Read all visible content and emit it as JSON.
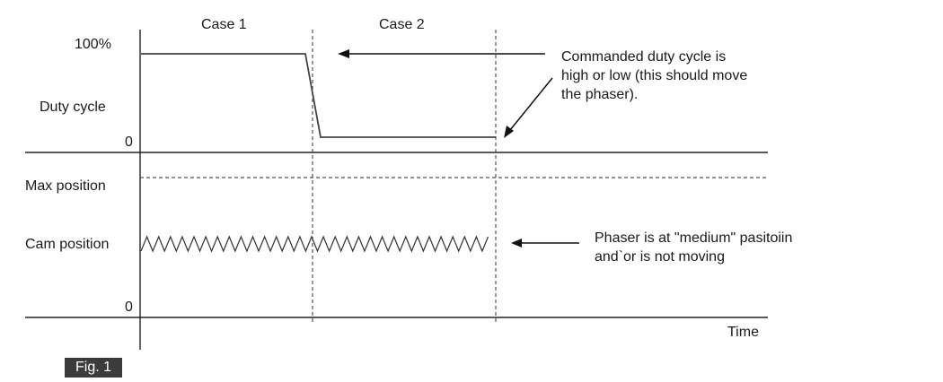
{
  "labels": {
    "case1": "Case 1",
    "case2": "Case 2",
    "pct100": "100%",
    "duty_cycle": "Duty cycle",
    "zero_top": "0",
    "max_position": "Max position",
    "cam_position": "Cam position",
    "zero_bottom": "0",
    "time": "Time"
  },
  "annotations": {
    "commanded": [
      "Commanded duty cycle is",
      "high or low (this should move",
      "the phaser)."
    ],
    "phaser": [
      "Phaser is at \"medium\" pasitoiin",
      "and`or is not moving"
    ]
  },
  "figure_label": "Fig. 1",
  "colors": {
    "line": "#222222",
    "dash": "#555555",
    "badge_bg": "#3b3b3b"
  }
}
